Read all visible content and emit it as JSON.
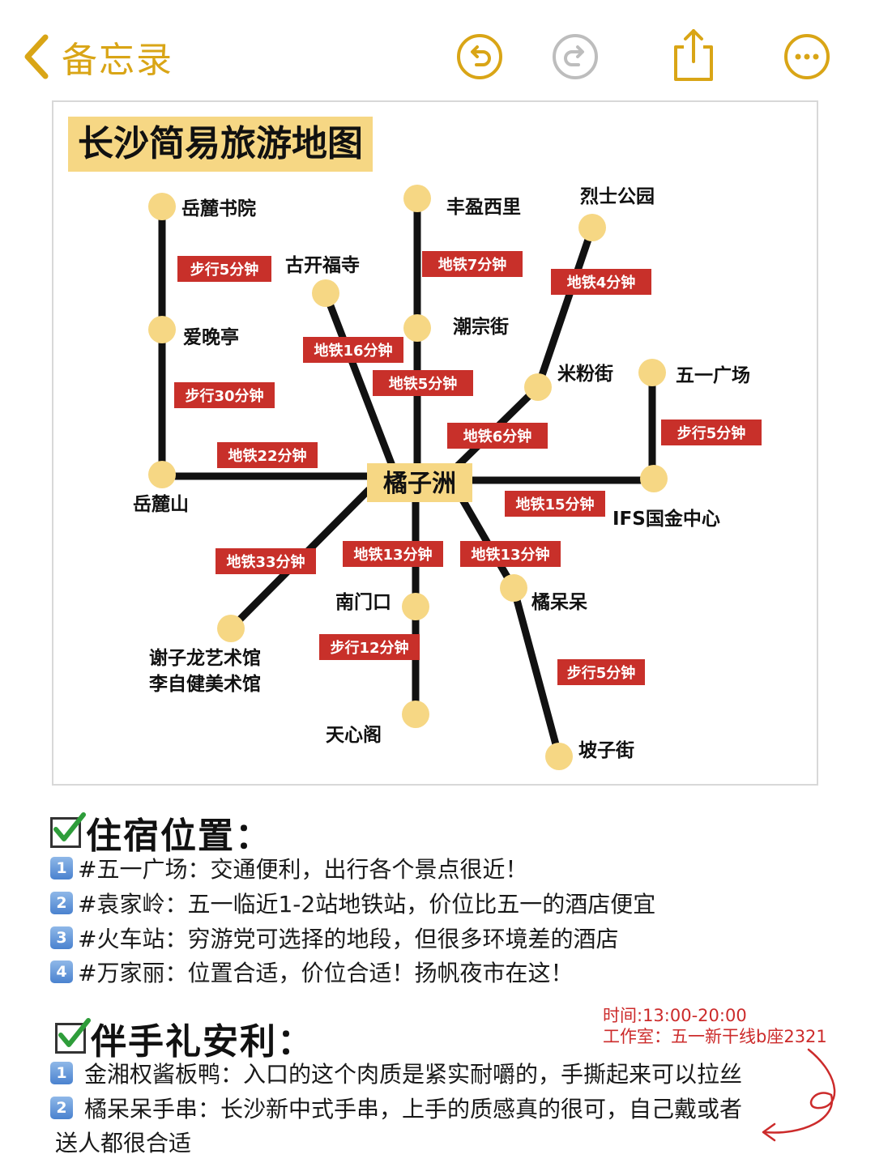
{
  "nav": {
    "back_title": "备忘录",
    "accent_color": "#d9a516",
    "icons": [
      "chevron-left-icon",
      "undo-icon",
      "redo-icon",
      "share-icon",
      "more-icon"
    ]
  },
  "map": {
    "title": "长沙简易旅游地图",
    "hub": "橘子洲",
    "stations": {
      "yuelu_academy": "岳麓书院",
      "aiwan": "爱晚亭",
      "yuelu_mountain": "岳麓山",
      "gukai": "古开福寺",
      "fengying": "丰盈西里",
      "chaozong": "潮宗街",
      "lieshi": "烈士公园",
      "mifen": "米粉街",
      "wuyi": "五一广场",
      "ifs": "IFS国金中心",
      "xie": "谢子龙艺术馆",
      "li": "李自健美术馆",
      "nanmen": "南门口",
      "tianxin": "天心阁",
      "judaidai": "橘呆呆",
      "pozi": "坡子街"
    },
    "tags": {
      "walk5_a": "步行5分钟",
      "walk30": "步行30分钟",
      "metro22": "地铁22分钟",
      "metro16": "地铁16分钟",
      "metro7": "地铁7分钟",
      "metro5": "地铁5分钟",
      "metro4": "地铁4分钟",
      "metro6": "地铁6分钟",
      "walk5_b": "步行5分钟",
      "metro15": "地铁15分钟",
      "metro33": "地铁33分钟",
      "metro13_a": "地铁13分钟",
      "metro13_b": "地铁13分钟",
      "walk12": "步行12分钟",
      "walk5_c": "步行5分钟"
    },
    "colors": {
      "station": "#f6d784",
      "line": "#111111",
      "tag": "#c8302a"
    }
  },
  "lodging": {
    "title": "住宿位置：",
    "items": [
      {
        "num": "1",
        "text": "#五一广场：交通便利，出行各个景点很近！"
      },
      {
        "num": "2",
        "text": "#袁家岭：五一临近1-2站地铁站，价位比五一的酒店便宜"
      },
      {
        "num": "3",
        "text": "#火车站：穷游党可选择的地段，但很多环境差的酒店"
      },
      {
        "num": "4",
        "text": "#万家丽：位置合适，价位合适！扬帆夜市在这！"
      }
    ]
  },
  "gifts": {
    "title": "伴手礼安利：",
    "note_time": "时间:13:00-20:00",
    "note_studio": "工作室：五一新干线b座2321",
    "items": [
      {
        "num": "1",
        "text": "金湘权酱板鸭：入口的这个肉质是紧实耐嚼的，手撕起来可以拉丝"
      },
      {
        "num": "2",
        "text": "橘呆呆手串：长沙新中式手串，上手的质感真的很可，自己戴或者"
      }
    ],
    "continuation": "送人都很合适"
  }
}
